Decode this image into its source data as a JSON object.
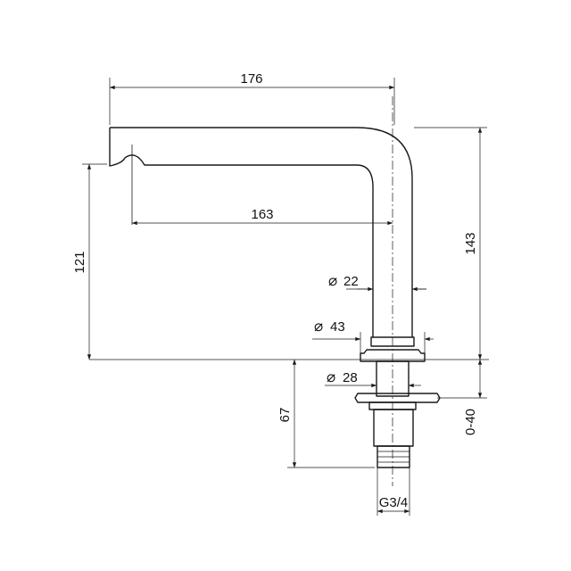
{
  "dimensions": {
    "spout_length": "176",
    "reach": "163",
    "total_height": "143",
    "spout_height": "121",
    "body_diameter": "22",
    "base_diameter": "43",
    "shank_diameter": "28",
    "shank_length": "67",
    "deck_range": "0-40",
    "thread": "G3/4"
  },
  "symbols": {
    "diameter": "⌀"
  }
}
